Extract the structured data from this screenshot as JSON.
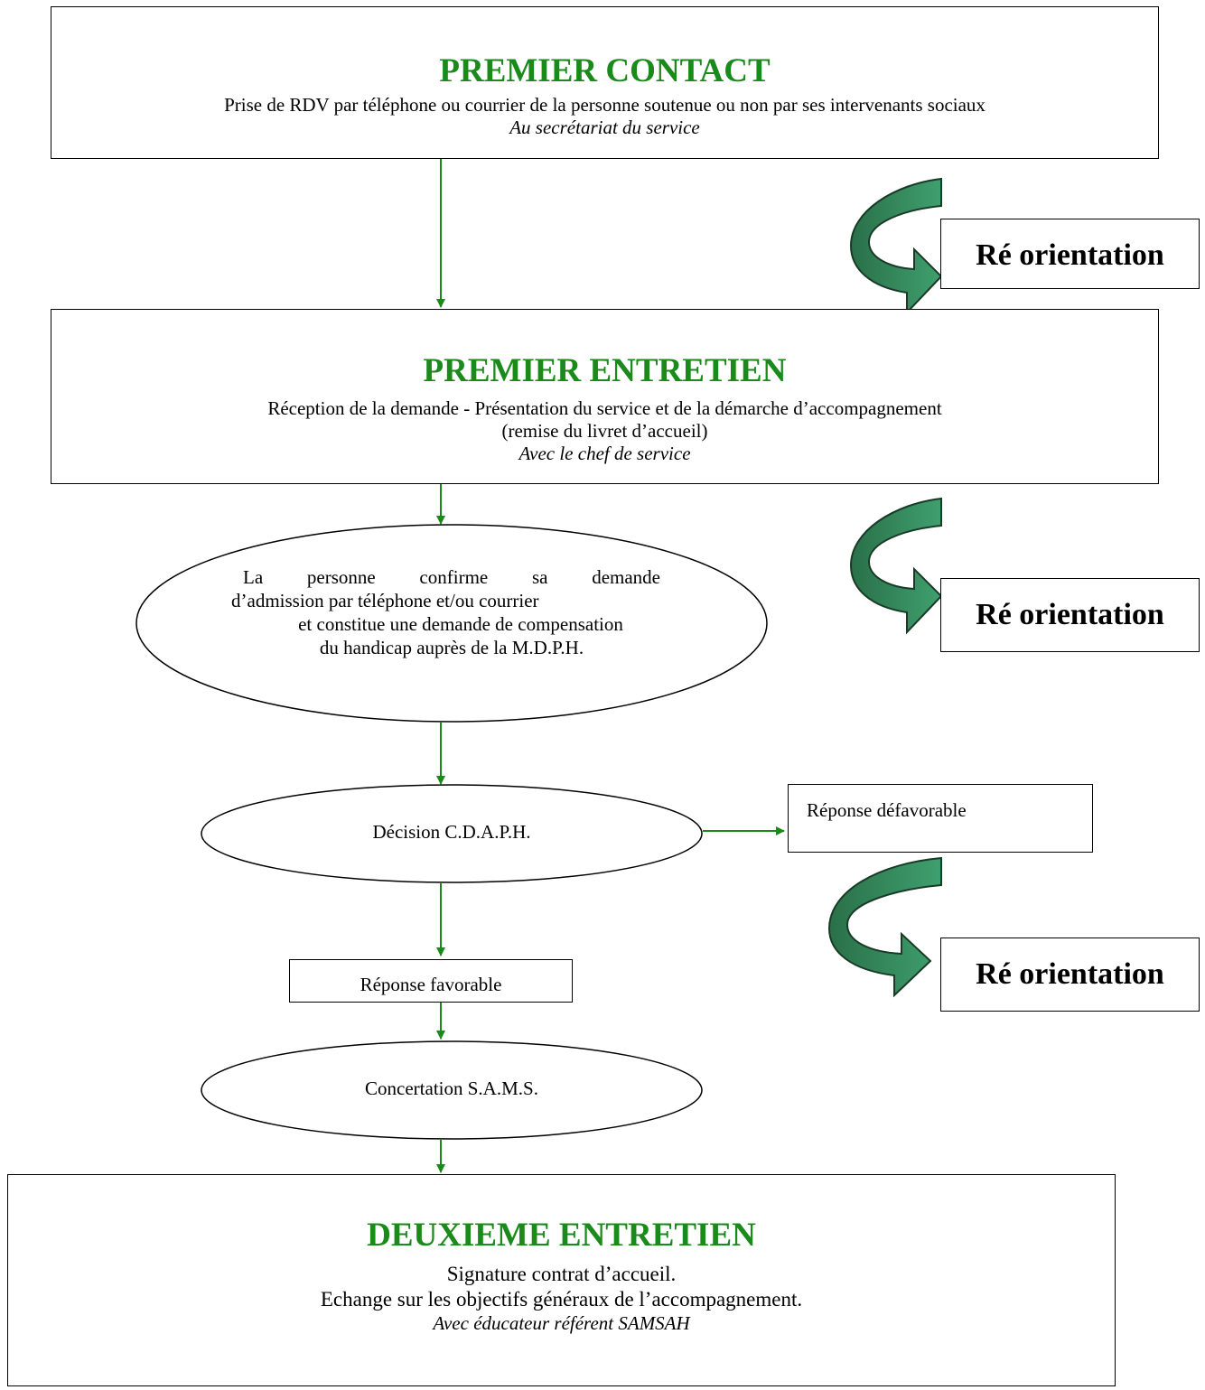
{
  "premier_contact": {
    "title": "PREMIER CONTACT",
    "line1": "Prise de RDV par téléphone ou courrier de la personne soutenue ou non par ses intervenants sociaux",
    "line2": "Au secrétariat du service"
  },
  "premier_entretien": {
    "title": "PREMIER ENTRETIEN",
    "line1": "Réception de la demande - Présentation du service et de la démarche d’accompagnement",
    "line2": "(remise du livret d’accueil)",
    "line3": "Avec le chef de service"
  },
  "confirmation": {
    "line1": "La personne confirme sa demande",
    "line2": "d’admission par téléphone et/ou courrier",
    "line3": "et constitue une demande de compensation",
    "line4": "du handicap auprès de la M.D.P.H."
  },
  "decision": {
    "label": "Décision C.D.A.P.H."
  },
  "reponse_defavorable": {
    "label": "Réponse défavorable"
  },
  "reponse_favorable": {
    "label": "Réponse favorable"
  },
  "concertation": {
    "label": "Concertation S.A.M.S."
  },
  "deuxieme_entretien": {
    "title": "DEUXIEME ENTRETIEN",
    "line1": "Signature contrat d’accueil.",
    "line2": "Echange sur les objectifs généraux de l’accompagnement.",
    "line3": "Avec éducateur référent SAMSAH"
  },
  "reorientation": {
    "label_1": "Ré orientation",
    "label_2": "Ré orientation",
    "label_3": "Ré orientation"
  },
  "colors": {
    "title_green": "#1a8a1a",
    "connector_green": "#1a8a1a",
    "curved_arrow_fill": "#3a9a68",
    "curved_arrow_dark": "#2a7048"
  }
}
